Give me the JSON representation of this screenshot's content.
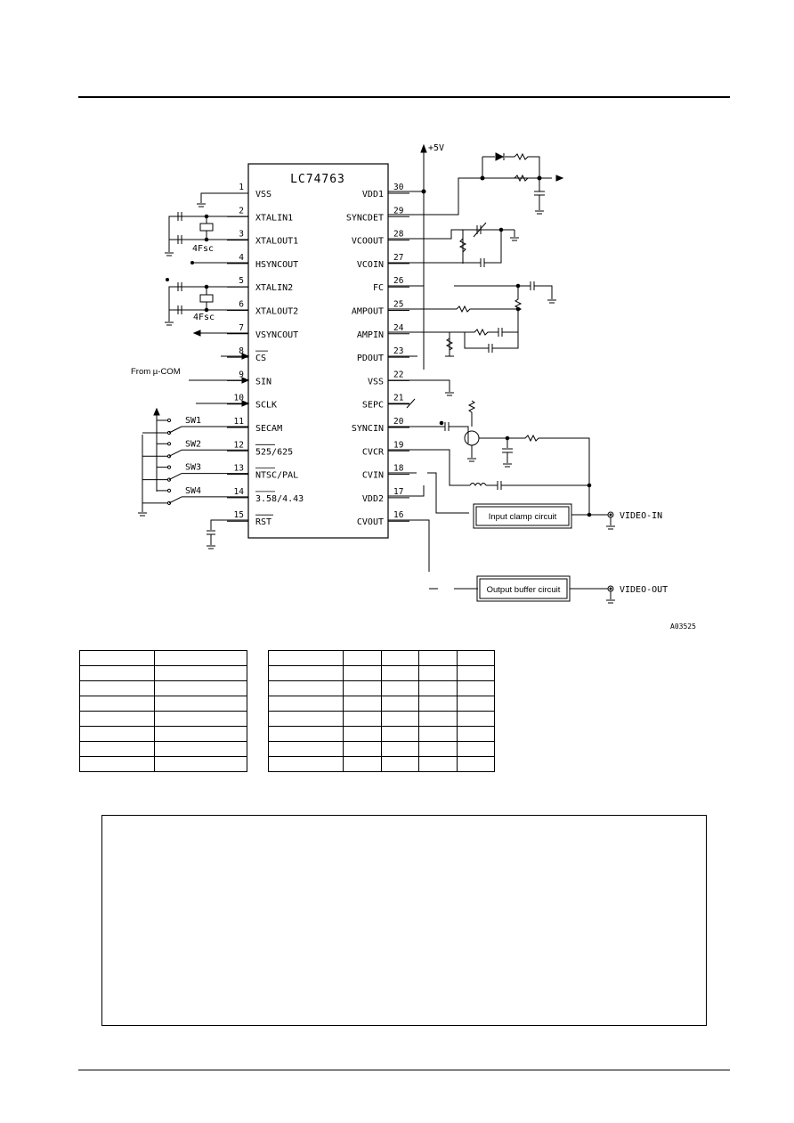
{
  "ic": {
    "name": "LC74763"
  },
  "left_pins": [
    {
      "num": "1",
      "label": "VSS"
    },
    {
      "num": "2",
      "label": "XTALIN1"
    },
    {
      "num": "3",
      "label": "XTALOUT1"
    },
    {
      "num": "4",
      "label": "HSYNCOUT"
    },
    {
      "num": "5",
      "label": "XTALIN2"
    },
    {
      "num": "6",
      "label": "XTALOUT2"
    },
    {
      "num": "7",
      "label": "VSYNCOUT"
    },
    {
      "num": "8",
      "label": "CS"
    },
    {
      "num": "9",
      "label": "SIN"
    },
    {
      "num": "10",
      "label": "SCLK"
    },
    {
      "num": "11",
      "label": "SECAM"
    },
    {
      "num": "12",
      "label": "525/625"
    },
    {
      "num": "13",
      "label": "NTSC/PAL"
    },
    {
      "num": "14",
      "label": "3.58/4.43"
    },
    {
      "num": "15",
      "label": "RST"
    }
  ],
  "right_pins": [
    {
      "num": "30",
      "label": "VDD1"
    },
    {
      "num": "29",
      "label": "SYNCDET"
    },
    {
      "num": "28",
      "label": "VCOOUT"
    },
    {
      "num": "27",
      "label": "VCOIN"
    },
    {
      "num": "26",
      "label": "FC"
    },
    {
      "num": "25",
      "label": "AMPOUT"
    },
    {
      "num": "24",
      "label": "AMPIN"
    },
    {
      "num": "23",
      "label": "PDOUT"
    },
    {
      "num": "22",
      "label": "VSS"
    },
    {
      "num": "21",
      "label": "SEPC"
    },
    {
      "num": "20",
      "label": "SYNCIN"
    },
    {
      "num": "19",
      "label": "CVCR"
    },
    {
      "num": "18",
      "label": "CVIN"
    },
    {
      "num": "17",
      "label": "VDD2"
    },
    {
      "num": "16",
      "label": "CVOUT"
    }
  ],
  "labels": {
    "supply": "+5V",
    "from_ucom": "From µ-COM",
    "crystal1": "4Fsc",
    "crystal2": "4Fsc",
    "sw1": "SW1",
    "sw2": "SW2",
    "sw3": "SW3",
    "sw4": "SW4",
    "input_clamp": "Input clamp circuit",
    "output_buffer": "Output buffer circuit",
    "video_in": "VIDEO-IN",
    "video_out": "VIDEO-OUT",
    "figure_code": "A03525"
  },
  "tables": {
    "left": {
      "rows": 8,
      "cols": 2
    },
    "right": {
      "rows": 8,
      "cols": 5
    }
  }
}
